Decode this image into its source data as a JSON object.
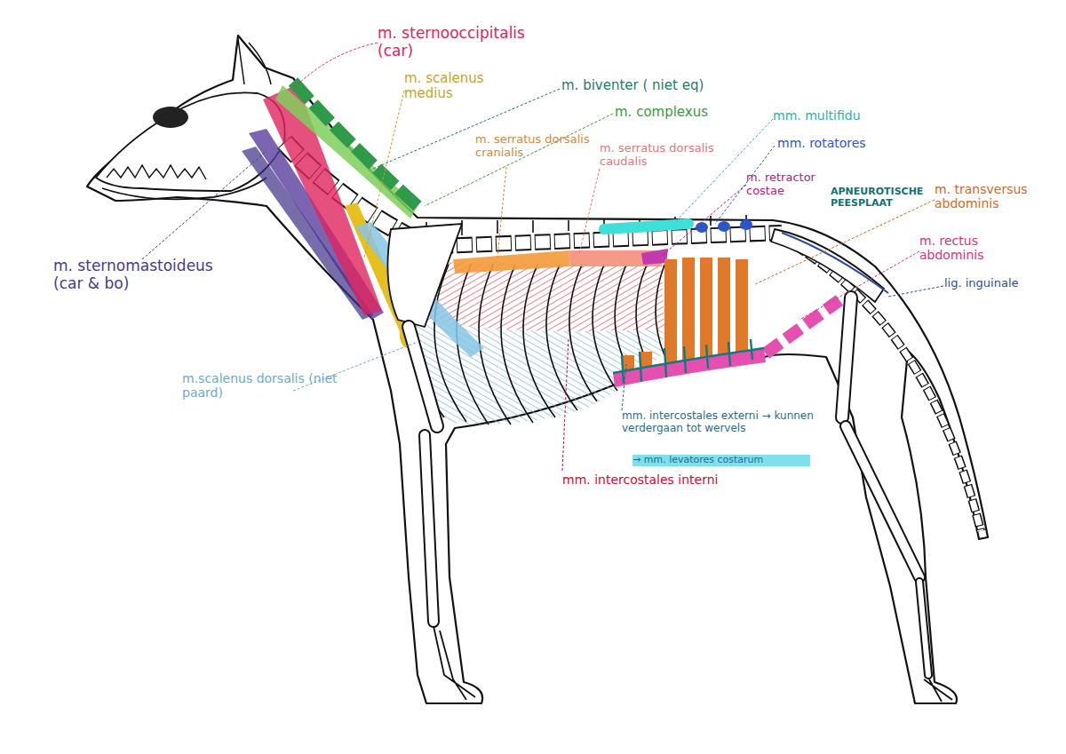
{
  "diagram": {
    "labels": [
      "m. sternooccipitalis (car)",
      "m. scalenus medius",
      "m. biventer ( niet eq)",
      "m. complexus",
      "m. serratus dorsalis cranialis",
      "m. serratus dorsalis caudalis",
      "mm. multifidu",
      "mm. rotatores",
      "m. retractor costae",
      "APNEUROTISCHE PEESPLAAT",
      "m. transversus abdominis",
      "m. rectus abdominis",
      "lig. inguinale",
      "m. sternomastoideus (car & bo)",
      "m.scalenus dorsalis (niet paard)",
      "mm. intercostales externi → kunnen verdergaan tot wervels",
      "→ mm. levatores costarum",
      "mm. intercostales interni"
    ]
  }
}
